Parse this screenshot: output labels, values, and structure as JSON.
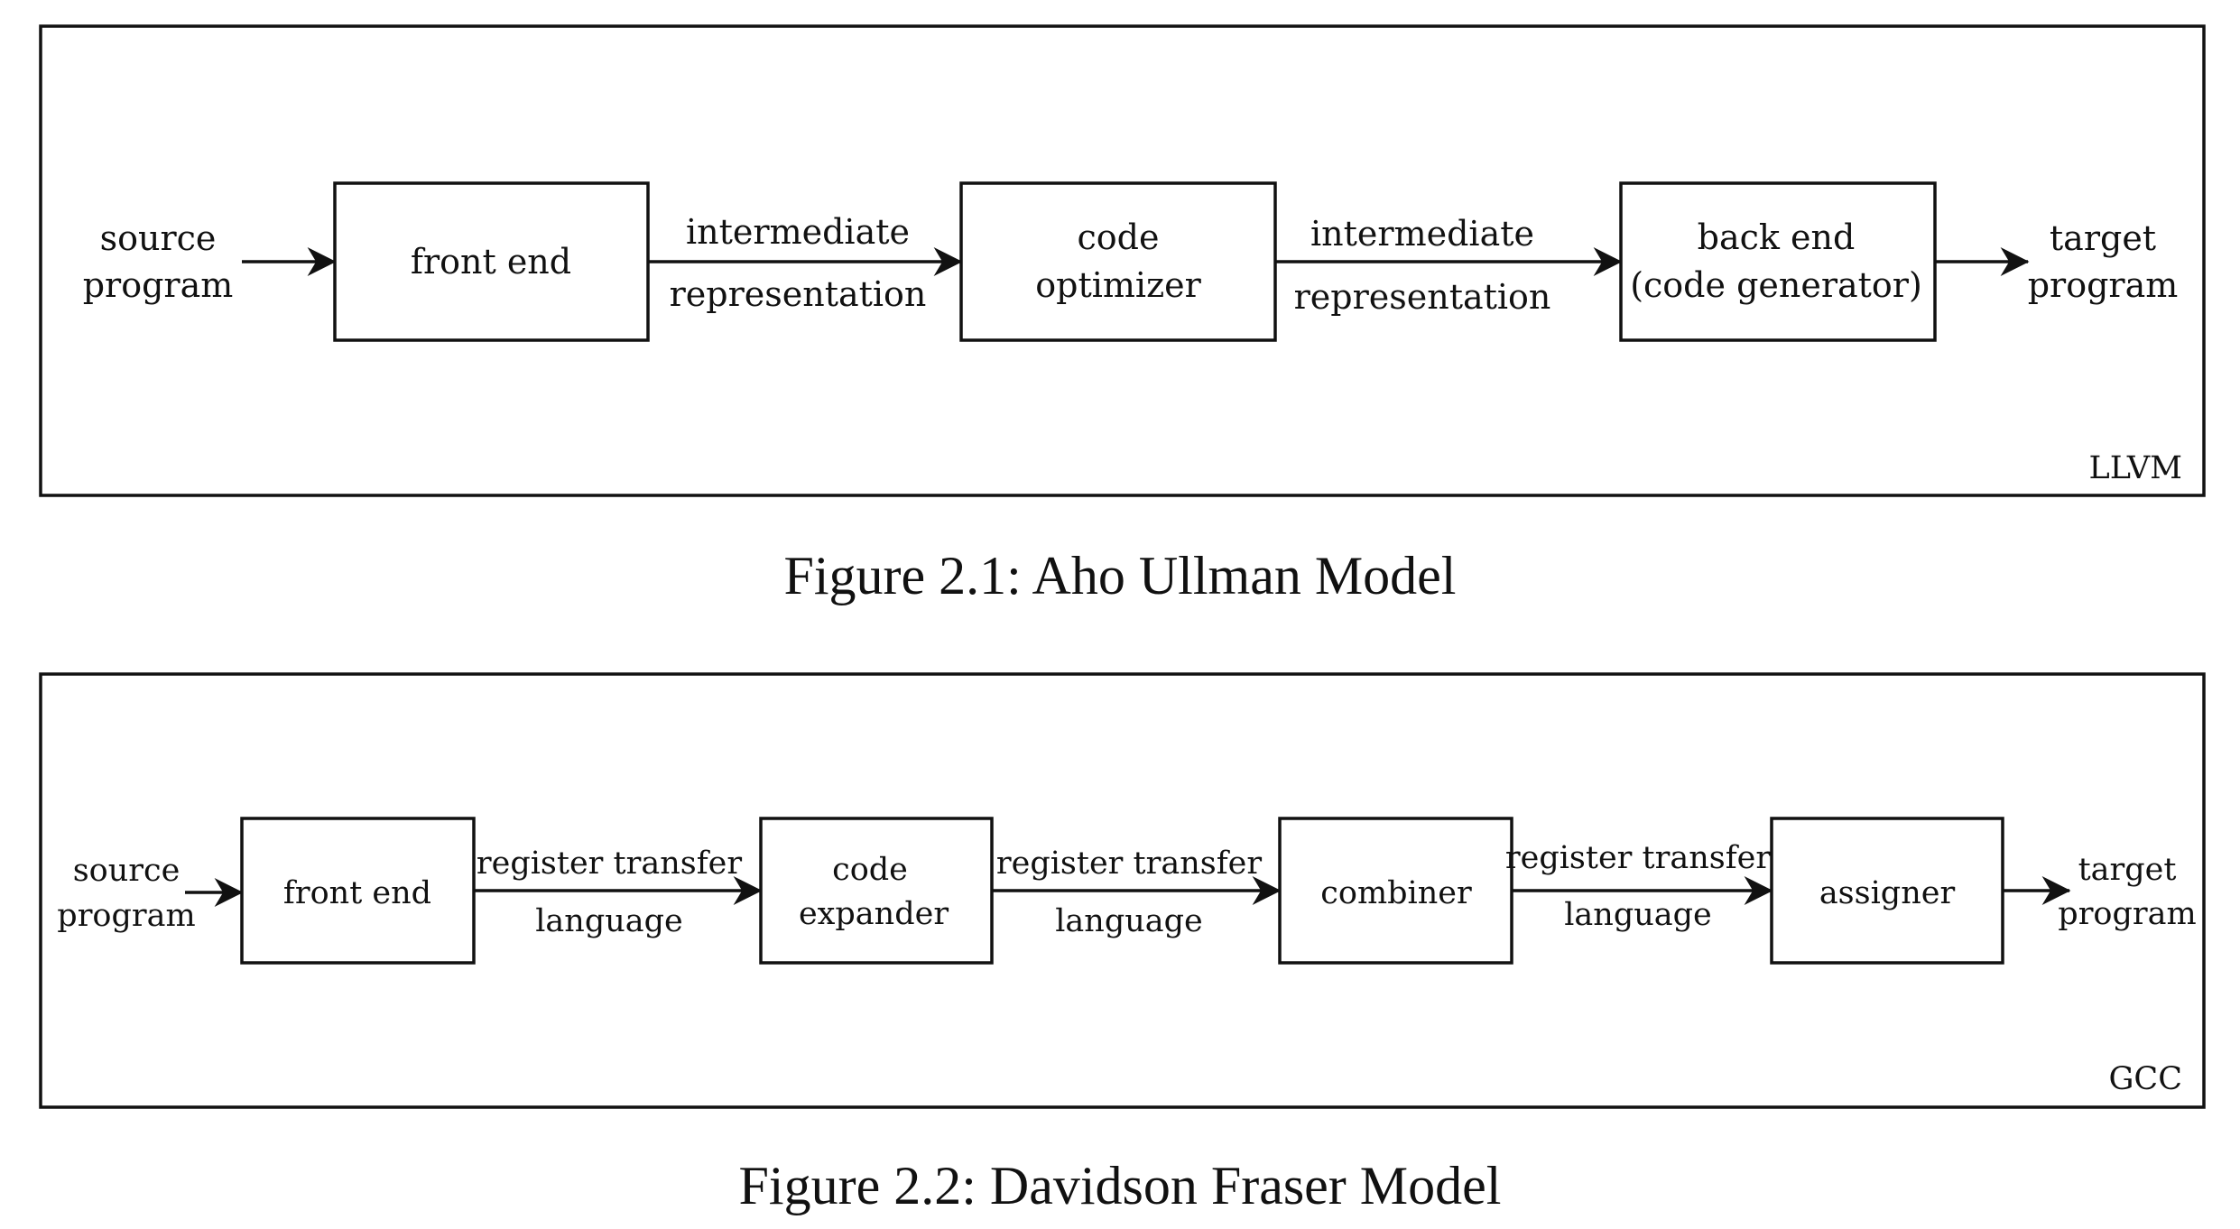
{
  "figure1": {
    "caption": "Figure 2.1: Aho Ullman Model",
    "corner_tag": "LLVM",
    "input": [
      "source",
      "program"
    ],
    "stages": [
      [
        "front end"
      ],
      [
        "code",
        "optimizer"
      ],
      [
        "back end",
        "(code generator)"
      ]
    ],
    "edges": [
      [
        "intermediate",
        "representation"
      ],
      [
        "intermediate",
        "representation"
      ]
    ],
    "output": [
      "target",
      "program"
    ]
  },
  "figure2": {
    "caption": "Figure 2.2: Davidson Fraser Model",
    "corner_tag": "GCC",
    "input": [
      "source",
      "program"
    ],
    "stages": [
      [
        "front end"
      ],
      [
        "code",
        "expander"
      ],
      [
        "combiner"
      ],
      [
        "assigner"
      ]
    ],
    "edges": [
      [
        "register transfer",
        "language"
      ],
      [
        "register transfer",
        "language"
      ],
      [
        "register transfer",
        "language"
      ]
    ],
    "output": [
      "target",
      "program"
    ]
  }
}
